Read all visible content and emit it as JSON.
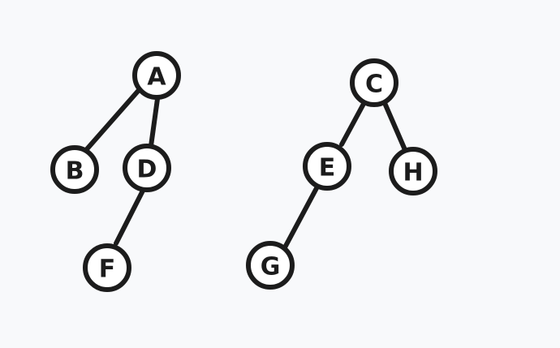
{
  "colors": {
    "background": "#f8f9fb",
    "stroke": "#1c1c1c",
    "node_fill": "#ffffff"
  },
  "trees": [
    {
      "nodes": [
        {
          "id": "A",
          "label": "A"
        },
        {
          "id": "B",
          "label": "B"
        },
        {
          "id": "D",
          "label": "D"
        },
        {
          "id": "F",
          "label": "F"
        }
      ],
      "edges": [
        {
          "from": "A",
          "to": "B"
        },
        {
          "from": "A",
          "to": "D"
        },
        {
          "from": "D",
          "to": "F"
        }
      ]
    },
    {
      "nodes": [
        {
          "id": "C",
          "label": "C"
        },
        {
          "id": "E",
          "label": "E"
        },
        {
          "id": "H",
          "label": "H"
        },
        {
          "id": "G",
          "label": "G"
        }
      ],
      "edges": [
        {
          "from": "C",
          "to": "E"
        },
        {
          "from": "C",
          "to": "H"
        },
        {
          "from": "E",
          "to": "G"
        }
      ]
    }
  ]
}
